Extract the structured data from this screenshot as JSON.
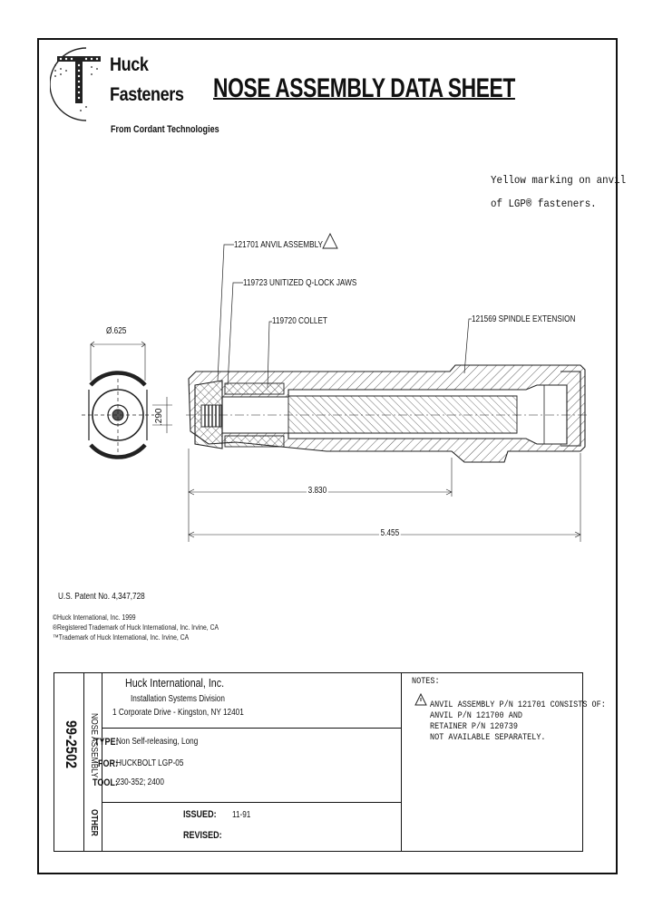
{
  "brand": {
    "line1": "Huck",
    "line2": "Fasteners",
    "tagline": "From Cordant Technologies"
  },
  "title": "NOSE ASSEMBLY DATA SHEET",
  "yellow_note": {
    "line1": "Yellow marking on anvil",
    "line2": "of LGP® fasteners."
  },
  "callouts": {
    "anvil": "121701 ANVIL ASSEMBLY",
    "jaws": "119723 UNITIZED Q-LOCK JAWS",
    "collet": "119720 COLLET",
    "spindle": "121569 SPINDLE EXTENSION"
  },
  "dimensions": {
    "diameter": "Ø.625",
    "height": ".290",
    "length_short": "3.830",
    "length_total": "5.455"
  },
  "patent": "U.S. Patent No. 4,347,728",
  "fine_print": [
    "©Huck International, Inc. 1999",
    "®Registered Trademark of Huck International, Inc. Irvine, CA",
    "™Trademark of Huck International, Inc. Irvine, CA"
  ],
  "title_block": {
    "doc_number": "99-2502",
    "side_label_top": "NOSE ASSEMBLY",
    "side_label_bottom": "OTHER",
    "company": "Huck International, Inc.",
    "division": "Installation Systems Division",
    "address": "1 Corporate Drive - Kingston, NY 12401",
    "type_label": "TYPE:",
    "type_value": "Non Self-releasing, Long",
    "for_label": "FOR:",
    "for_value": "HUCKBOLT LGP-05",
    "tool_label": "TOOL:",
    "tool_value": "230-352; 2400",
    "issued_label": "ISSUED:",
    "issued_value": "11-91",
    "revised_label": "REVISED:",
    "revised_value": ""
  },
  "notes": {
    "heading": "NOTES:",
    "line1": "ANVIL ASSEMBLY P/N 121701 CONSISTS OF:",
    "line2": "ANVIL P/N 121700 AND",
    "line3": "RETAINER P/N 120739",
    "line4": "NOT AVAILABLE SEPARATELY."
  }
}
